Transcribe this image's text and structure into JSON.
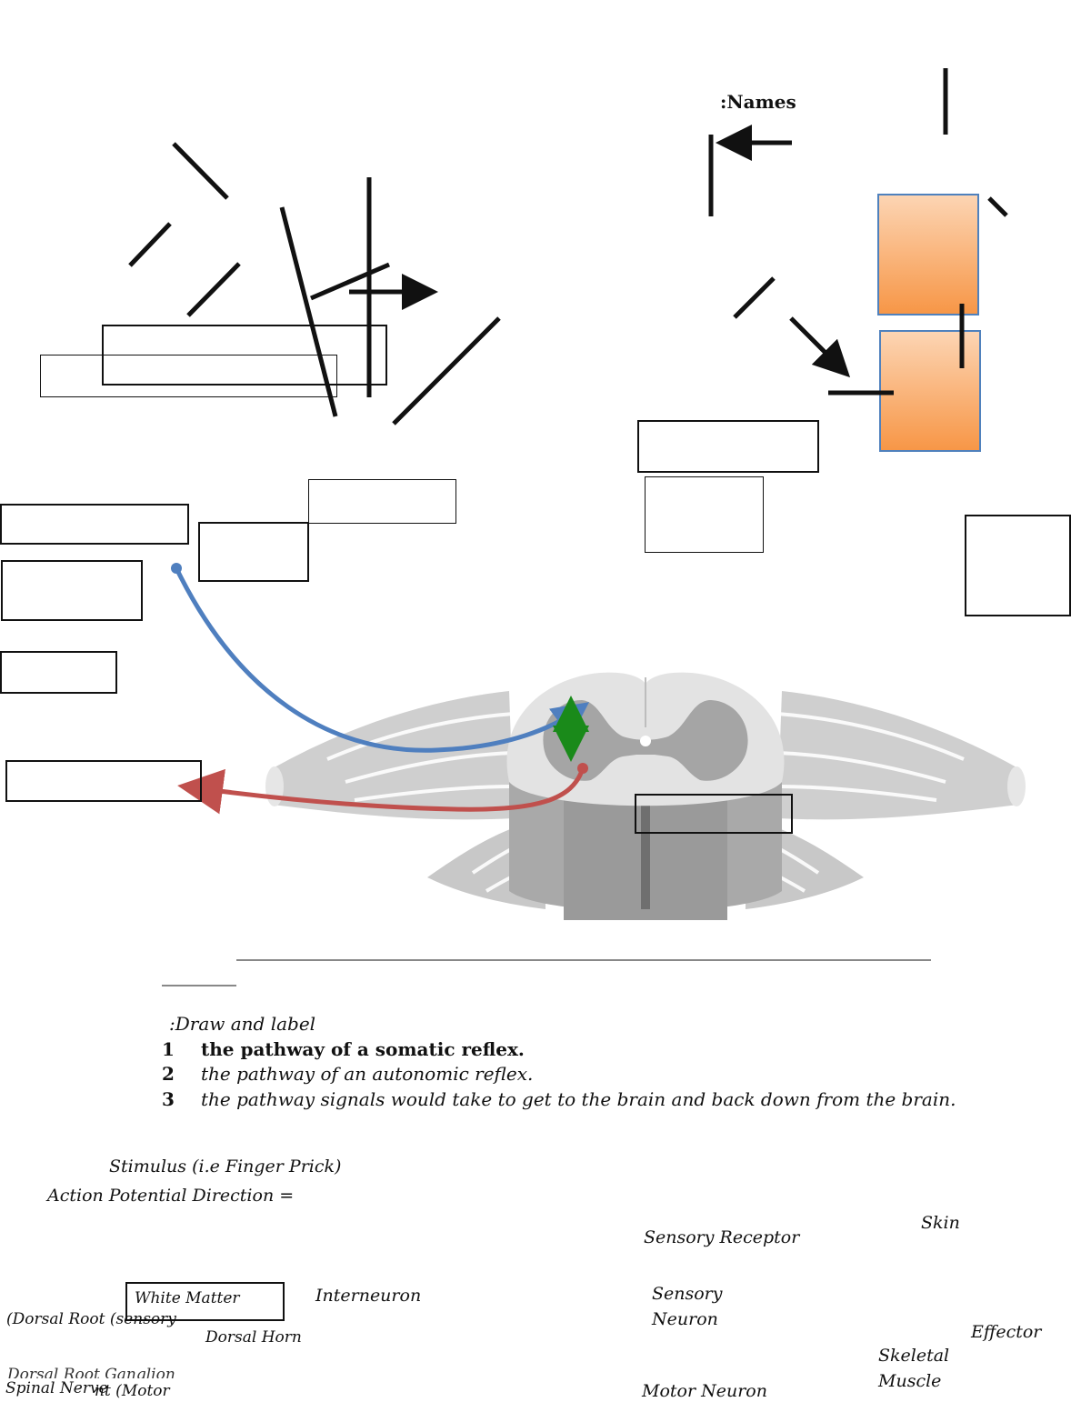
{
  "header": {
    "names_label": ":Names"
  },
  "instructions": {
    "heading": ":Draw and label",
    "items": [
      {
        "num": "1",
        "text": "the pathway of a somatic reflex."
      },
      {
        "num": "2",
        "text": "the pathway of an autonomic reflex."
      },
      {
        "num": "3",
        "text": "the pathway signals would take to get to the brain and back down from the brain."
      }
    ]
  },
  "legend": {
    "stimulus": "Stimulus (i.e Finger Prick)",
    "action_potential": "Action Potential Direction ="
  },
  "labels": {
    "skin": "Skin",
    "sensory_receptor": "Sensory Receptor",
    "white_matter": "White Matter",
    "interneuron": "Interneuron",
    "sensory_neuron_line1": "Sensory",
    "sensory_neuron_line2": "Neuron",
    "effector": "Effector",
    "dorsal_root": "(Dorsal Root (sensory",
    "dorsal_horn": "Dorsal Horn",
    "skeletal_line1": "Skeletal",
    "skeletal_line2": "Muscle",
    "dorsal_root_ganglion": "Dorsal Root Ganglion",
    "spinal_nerve": "Spinal Nerve",
    "motor_partial": "nt (Motor",
    "motor_neuron": "Motor Neuron"
  },
  "colors": {
    "sensory_arrow": "#4f7fbf",
    "motor_arrow": "#c0504d",
    "interneuron_arrow": "#1a8a1a",
    "muscle_fill_top": "#fcd5b4",
    "muscle_fill_bottom": "#f79646",
    "muscle_border": "#4f81bd"
  }
}
